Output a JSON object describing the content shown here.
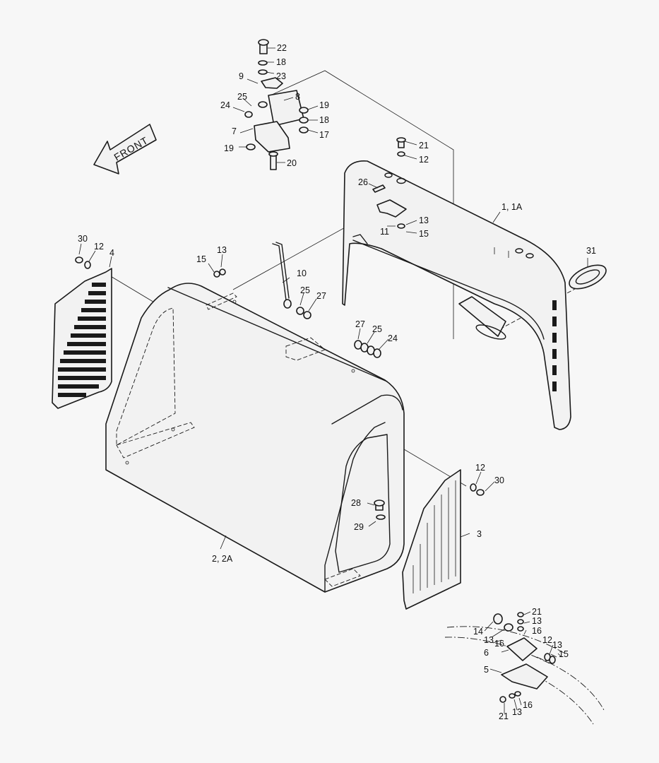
{
  "diagram": {
    "front_label": "FRONT",
    "callouts": {
      "c22": "22",
      "c18a": "18",
      "c9": "9",
      "c23": "23",
      "c25a": "25",
      "c8": "8",
      "c24a": "24",
      "c19a": "19",
      "c18b": "18",
      "c7": "7",
      "c17": "17",
      "c19b": "19",
      "c20": "20",
      "c21a": "21",
      "c12a": "12",
      "c26": "26",
      "c1": "1, 1A",
      "c13a": "13",
      "c11": "11",
      "c15a": "15",
      "c31": "31",
      "c30a": "30",
      "c12b": "12",
      "c4": "4",
      "c15b": "15",
      "c13b": "13",
      "c10": "10",
      "c25b": "25",
      "c27a": "27",
      "c27b": "27",
      "c25c": "25",
      "c24b": "24",
      "c12c": "12",
      "c30b": "30",
      "c28": "28",
      "c29": "29",
      "c3": "3",
      "c2": "2, 2A",
      "c21b": "21",
      "c13c": "13",
      "c14": "14",
      "c16a": "16",
      "c13d": "13",
      "c16b": "16",
      "c6": "6",
      "c12d": "12",
      "c13e": "13",
      "c15c": "15",
      "c5": "5",
      "c16c": "16",
      "c21c": "21",
      "c13f": "13"
    }
  }
}
